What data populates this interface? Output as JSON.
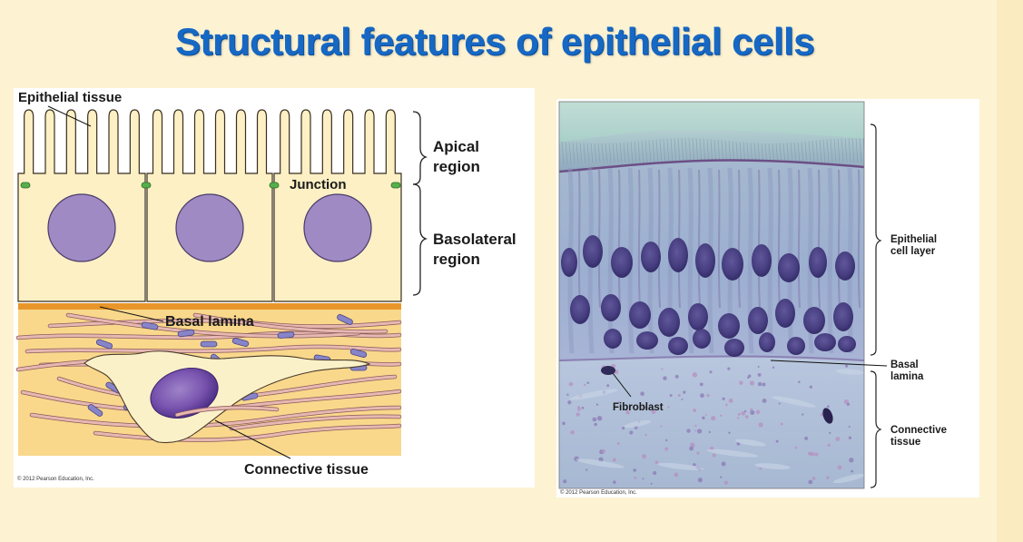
{
  "slide": {
    "title": "Structural features of epithelial cells"
  },
  "diagram": {
    "labels": {
      "epithelial_tissue": "Epithelial tissue",
      "apical_line1": "Apical",
      "apical_line2": "region",
      "junction": "Junction",
      "basolateral_line1": "Basolateral",
      "basolateral_line2": "region",
      "basal_lamina": "Basal lamina",
      "connective_tissue": "Connective tissue"
    },
    "copyright": "© 2012 Pearson Education, Inc."
  },
  "micrograph": {
    "labels": {
      "epithelial_line1": "Epithelial",
      "epithelial_line2": "cell layer",
      "basal_line1": "Basal",
      "basal_line2": "lamina",
      "fibroblast": "Fibroblast",
      "connective_line1": "Connective",
      "connective_line2": "tissue"
    },
    "copyright": "© 2012 Pearson Education, Inc."
  },
  "colors": {
    "title": "#1668c4",
    "cell_fill": "#fcf0c4",
    "nucleus": "#a08ac4",
    "junction": "#56b04a",
    "basal_lamina": "#e8962a",
    "connective_bg": "#f9d88c"
  }
}
